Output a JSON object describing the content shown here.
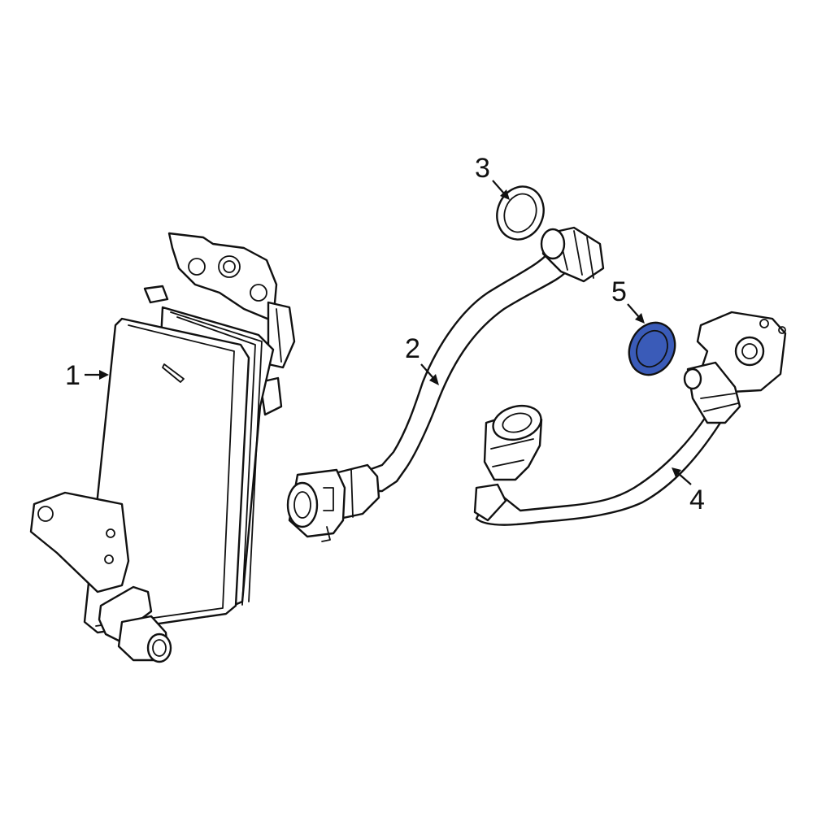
{
  "callouts": {
    "c1": "1",
    "c2": "2",
    "c3": "3",
    "c4": "4",
    "c5": "5"
  },
  "colors": {
    "highlight": "#3a5bb8",
    "line": "#111111",
    "background": "#ffffff"
  }
}
